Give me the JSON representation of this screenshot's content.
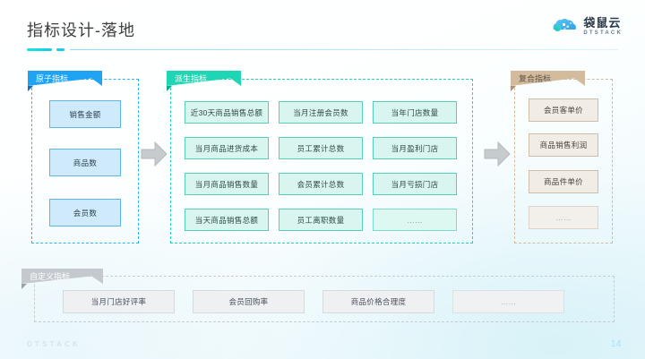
{
  "slide": {
    "title": "指标设计-落地",
    "page_number": "14",
    "footer_brand": "DTSTACK",
    "accent_cyan": "#15e7d6",
    "accent_blue": "#13c8f0"
  },
  "brand": {
    "logo_icon": "dtstack-kangaroo-cloud-logo",
    "name_cn": "袋鼠云",
    "name_en": "DTSTACK"
  },
  "sections": {
    "atomic": {
      "label": "原子指标",
      "color": "#1fa3f5",
      "items": [
        "销售金额",
        "商品数",
        "会员数"
      ]
    },
    "derived": {
      "label": "派生指标",
      "color": "#1fd6b4",
      "items": [
        "近30天商品销售总额",
        "当月注册会员数",
        "当年门店数量",
        "当月商品进货成本",
        "员工累计总数",
        "当月盈利门店",
        "当月商品销售数量",
        "会员累计总数",
        "当月亏损门店",
        "当天商品销售总额",
        "员工离职数量",
        "……"
      ]
    },
    "composite": {
      "label": "复合指标",
      "color": "#d3bb9e",
      "items": [
        "会员客单价",
        "商品销售利润",
        "商品件单价",
        "……"
      ]
    },
    "custom": {
      "label": "自定义指标",
      "color": "#c3c9cf",
      "items": [
        "当月门店好评率",
        "会员回购率",
        "商品价格合理度",
        "……"
      ]
    }
  },
  "connectors": [
    {
      "name": "arrow-atomic-to-derived",
      "direction": "right"
    },
    {
      "name": "arrow-derived-to-composite",
      "direction": "right"
    }
  ]
}
